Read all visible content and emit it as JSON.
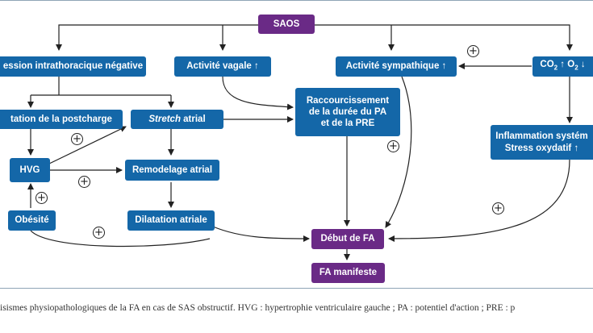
{
  "figure": {
    "nodes": {
      "saos": "SAOS",
      "pression": "ession intrathoracique négative",
      "vagale": "Activité vagale ↑",
      "sympathique": "Activité sympathique ↑",
      "co2_label": "CO",
      "co2_sub": "2",
      "co2_arrow": "↑",
      "o2_label": "O",
      "o2_sub": "2",
      "o2_arrow": "↓",
      "postcharge": "tation de la postcharge",
      "stretch_em": "Stretch",
      "stretch_rest": " atrial",
      "raccourcissement": "Raccourcissement\nde la durée du  PA\net de la PRE",
      "inflammation": "Inflammation systém\nStress oxydatif ↑",
      "hvg": "HVG",
      "remodelage": "Remodelage atrial",
      "obesite": "Obésité",
      "dilatation": "Dilatation atriale",
      "debut": "Début de FA",
      "manifeste": "FA manifeste"
    },
    "plus_sign": "+",
    "colors": {
      "node_blue": "#1467a8",
      "node_purple": "#6a2a86",
      "arrow": "#222222"
    },
    "caption": "isismes physiopathologiques de la FA en cas de SAS obstructif. HVG : hypertrophie ventriculaire gauche ; PA : potentiel d'action ; PRE : p"
  }
}
